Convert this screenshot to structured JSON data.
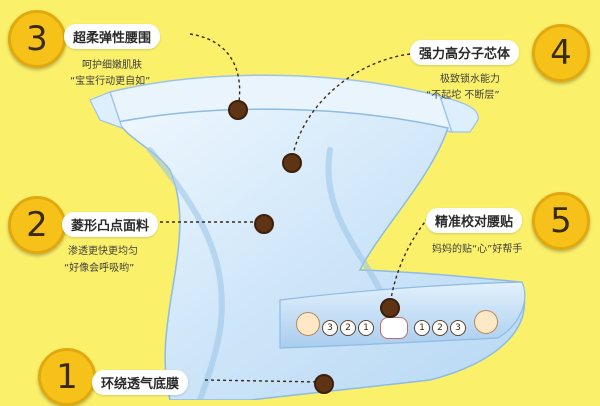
{
  "features": [
    {
      "number": "3",
      "title": "超柔弹性腰围",
      "lines": [
        "呵护细嫩肌肤",
        "“宝宝行动更自如”"
      ]
    },
    {
      "number": "4",
      "title": "强力高分子芯体",
      "lines": [
        "极致锁水能力",
        "“不起坨 不断层”"
      ]
    },
    {
      "number": "2",
      "title": "菱形凸点面料",
      "lines": [
        "渗透更快更均匀",
        "“好像会呼吸哟”"
      ]
    },
    {
      "number": "5",
      "title": "精准校对腰贴",
      "lines": [
        "妈妈的贴“心”好帮手"
      ]
    },
    {
      "number": "1",
      "title": "环绕透气底膜",
      "lines": []
    }
  ],
  "diaper_scale_left": [
    "3",
    "2",
    "1"
  ],
  "diaper_scale_right": [
    "1",
    "2",
    "3"
  ],
  "colors": {
    "background": "#fbf06a",
    "badge": "#f6c21a",
    "dot": "#5e3414",
    "diaper": "#d8ecfb"
  }
}
